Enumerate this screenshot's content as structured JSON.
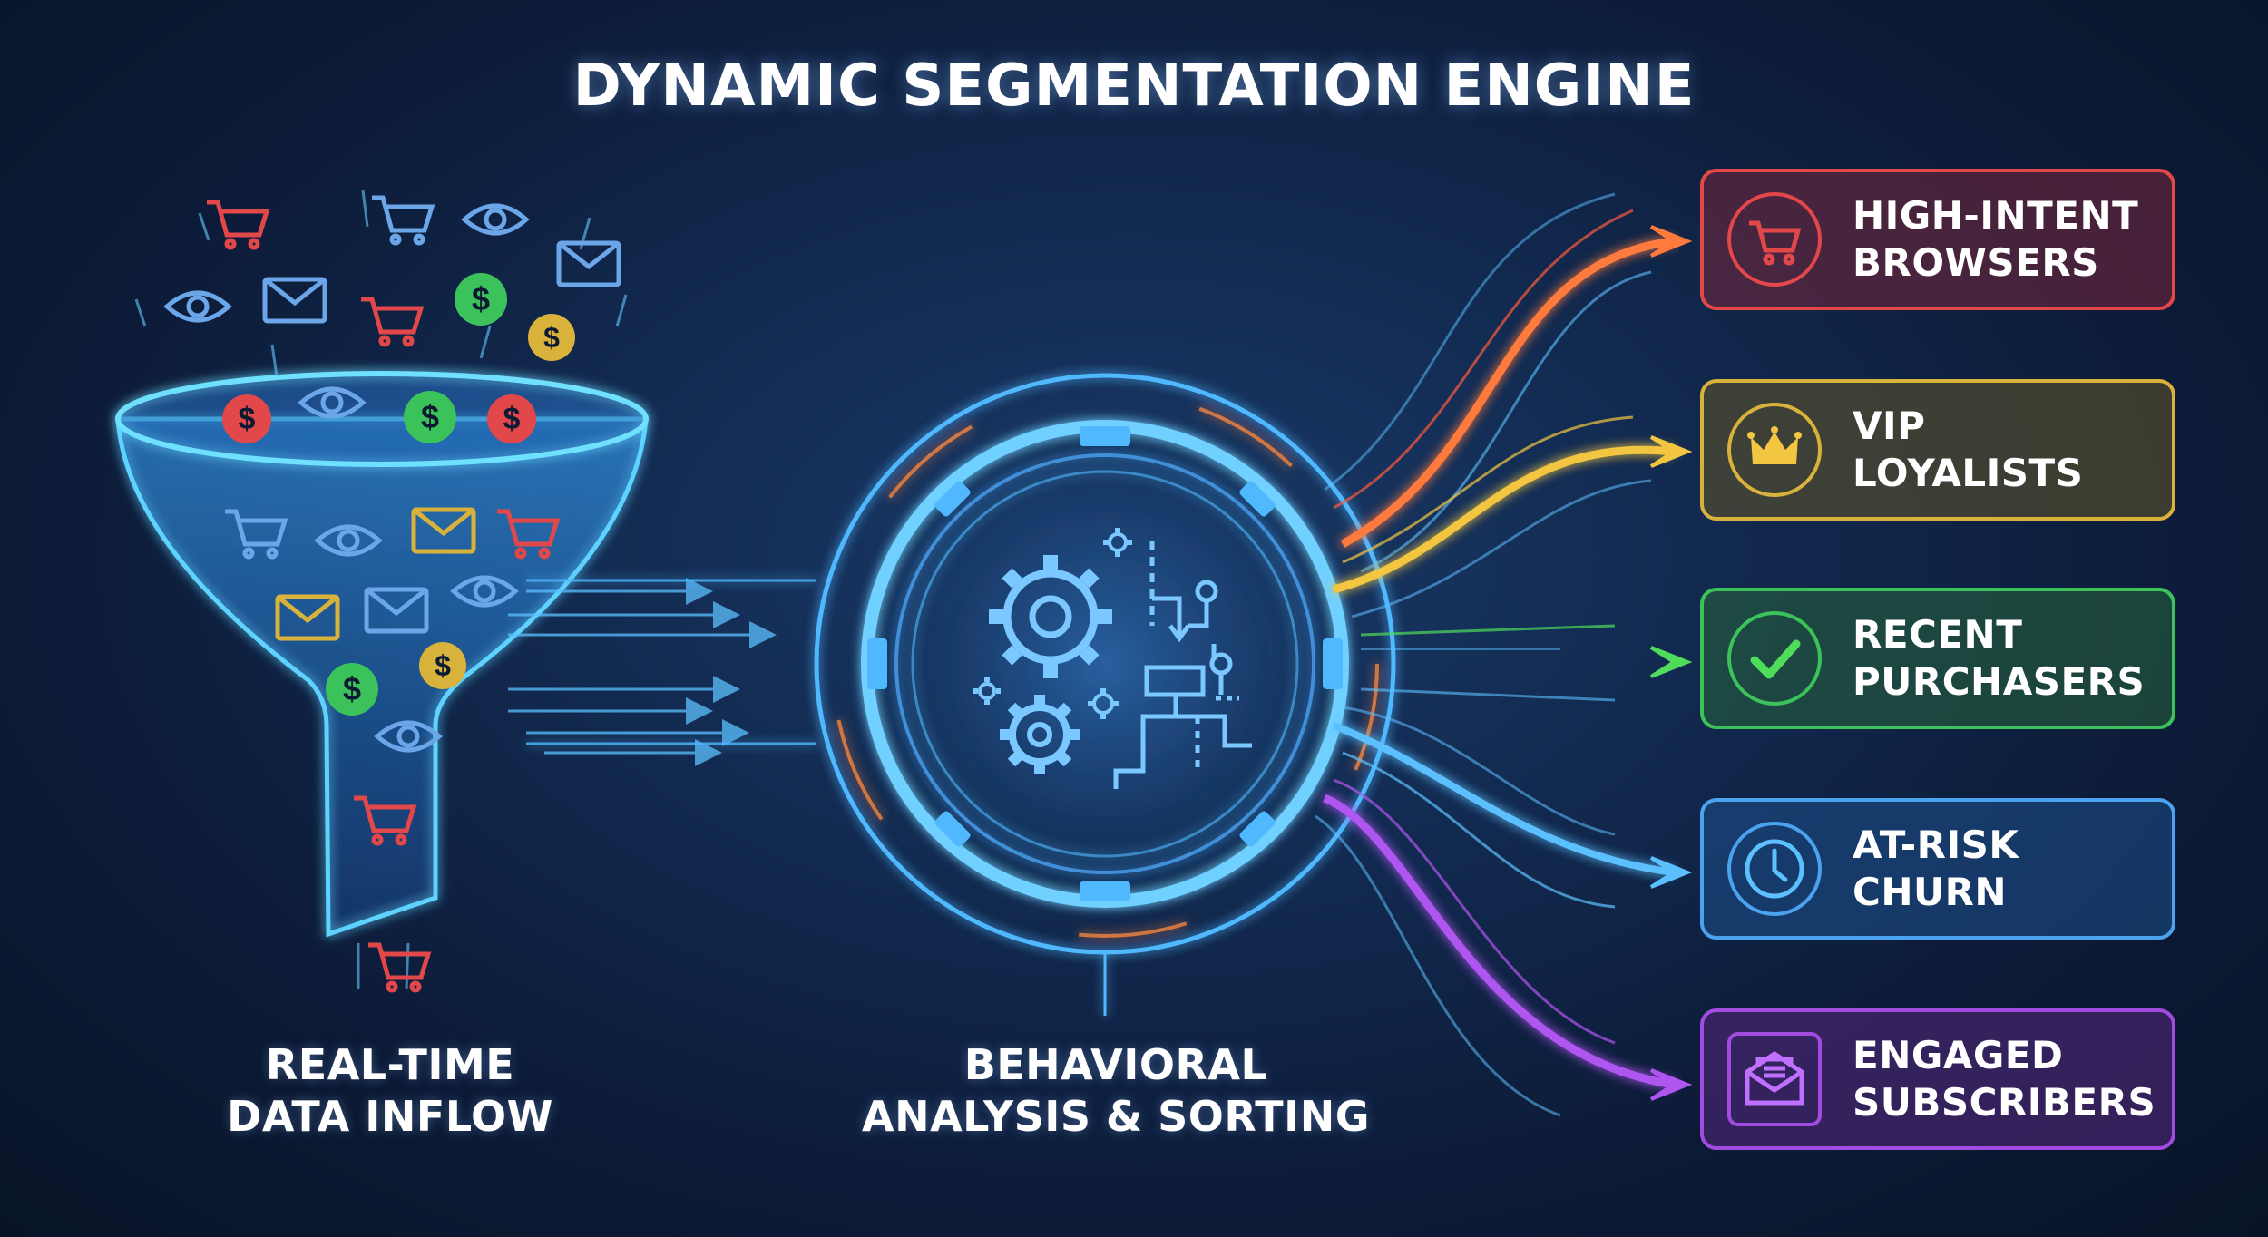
{
  "title": "DYNAMIC SEGMENTATION ENGINE",
  "stages": {
    "inflow": {
      "line1": "REAL-TIME",
      "line2": "DATA INFLOW"
    },
    "analysis": {
      "line1": "BEHAVIORAL",
      "line2": "ANALYSIS & SORTING"
    }
  },
  "data_icons": [
    "shopping-cart-icon",
    "eye-icon",
    "email-icon",
    "dollar-icon"
  ],
  "segments": [
    {
      "line1": "HIGH-INTENT",
      "line2": "BROWSERS",
      "icon": "shopping-cart-icon",
      "color": "#e2474a"
    },
    {
      "line1": "VIP",
      "line2": "LOYALISTS",
      "icon": "crown-icon",
      "color": "#d8b23a"
    },
    {
      "line1": "RECENT",
      "line2": "PURCHASERS",
      "icon": "checkmark-icon",
      "color": "#3cc25a"
    },
    {
      "line1": "AT-RISK",
      "line2": "CHURN",
      "icon": "clock-icon",
      "color": "#4ba3f0"
    },
    {
      "line1": "ENGAGED",
      "line2": "SUBSCRIBERS",
      "icon": "envelope-icon",
      "color": "#a14be0"
    }
  ],
  "colors": {
    "background": "#0c1a33",
    "funnel": "#5fd3ff",
    "engine": "#4fb8ff",
    "inflow_arrow": "#ff8a3d"
  }
}
